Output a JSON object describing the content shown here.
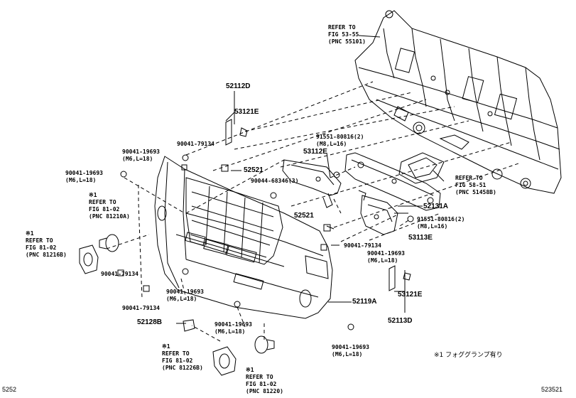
{
  "corner_left": "5252",
  "corner_right": "523521",
  "footnote": "※1 フォググランプ有り",
  "refs": {
    "r55101": "REFER TO\nFIG 53-55\n(PNC 55101)",
    "r51458": "REFER TO\nFIG 58-51\n(PNC 51458B)",
    "r81210": "※1\nREFER TO\nFIG 81-02\n(PNC 81210A)",
    "r81216": "※1\nREFER TO\nFIG 81-02\n(PNC 81216B)",
    "r81226": "※1\nREFER TO\nFIG 81-02\n(PNC 81226B)",
    "r81220": "※1\nREFER TO\nFIG 81-02\n(PNC 81220)"
  },
  "parts": {
    "p52112D": "52112D",
    "p53121E_a": "53121E",
    "p52521_a": "52521",
    "p53112E": "53112E",
    "p52521_b": "52521",
    "p52131A": "52131A",
    "p53113E": "53113E",
    "p52119A": "52119A",
    "p53121E_b": "53121E",
    "p52113D": "52113D",
    "p52128B": "52128B"
  },
  "bolts": {
    "b1": "90041-79134",
    "b2": "90041-19693\n(M6,L=18)",
    "b3": "90041-19693\n(M6,L=18)",
    "b4": "91551-80816(2)\n(M8,L=16)",
    "b5": "90044-68346(3)",
    "b6": "91551-80816(2)\n(M8,L=16)",
    "b7": "90041-79134",
    "b8": "90041-19693\n(M6,L=18)",
    "b9": "90041-79134",
    "b10": "90041-79134",
    "b11": "90041-19693\n(M6,L=18)",
    "b12": "90041-19693\n(M6,L=18)",
    "b13": "90041-19693\n(M6,L=18)"
  }
}
